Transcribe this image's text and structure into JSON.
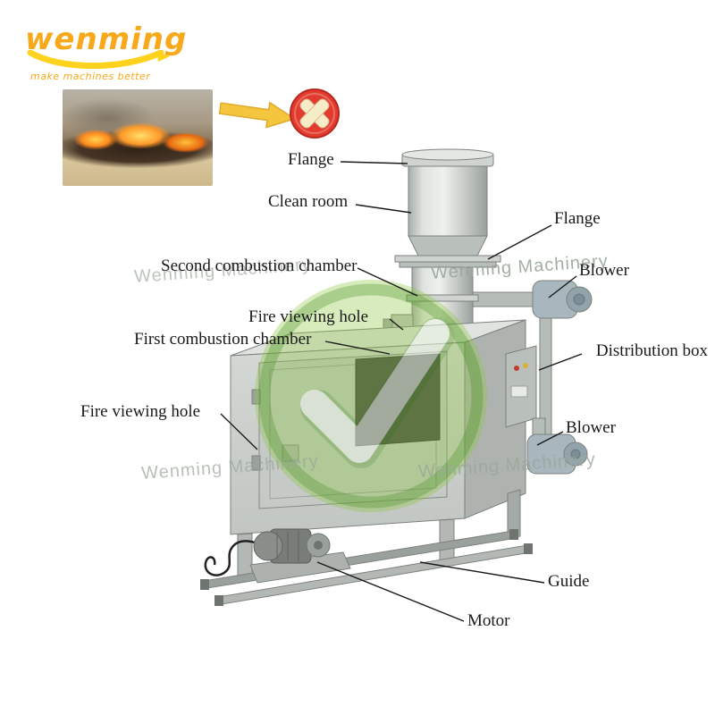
{
  "logo": {
    "brand": "wenming",
    "tagline": "make machines better"
  },
  "watermark": {
    "text": "Wenming Machinery"
  },
  "labels": [
    {
      "id": "flange-top",
      "text": "Flange"
    },
    {
      "id": "clean-room",
      "text": "Clean room"
    },
    {
      "id": "flange-side",
      "text": "Flange"
    },
    {
      "id": "second-combustion-chamber",
      "text": "Second combustion chamber"
    },
    {
      "id": "blower-top",
      "text": "Blower"
    },
    {
      "id": "fire-viewing-hole-upper",
      "text": "Fire viewing hole"
    },
    {
      "id": "first-combustion-chamber",
      "text": "First combustion chamber"
    },
    {
      "id": "distribution-box",
      "text": "Distribution box"
    },
    {
      "id": "fire-viewing-hole-lower",
      "text": "Fire viewing hole"
    },
    {
      "id": "blower-bottom",
      "text": "Blower"
    },
    {
      "id": "guide",
      "text": "Guide"
    },
    {
      "id": "motor",
      "text": "Motor"
    }
  ],
  "colors": {
    "brand-orange": "#F7A81B",
    "swoosh-yellow": "#FFD21E",
    "check-green": "#7AC143",
    "prohibition-red": "#E23B2E",
    "arrow-yellow": "#F3C63E",
    "label-ink": "#1A1A1A",
    "watermark-gray": "#9BA79B"
  }
}
